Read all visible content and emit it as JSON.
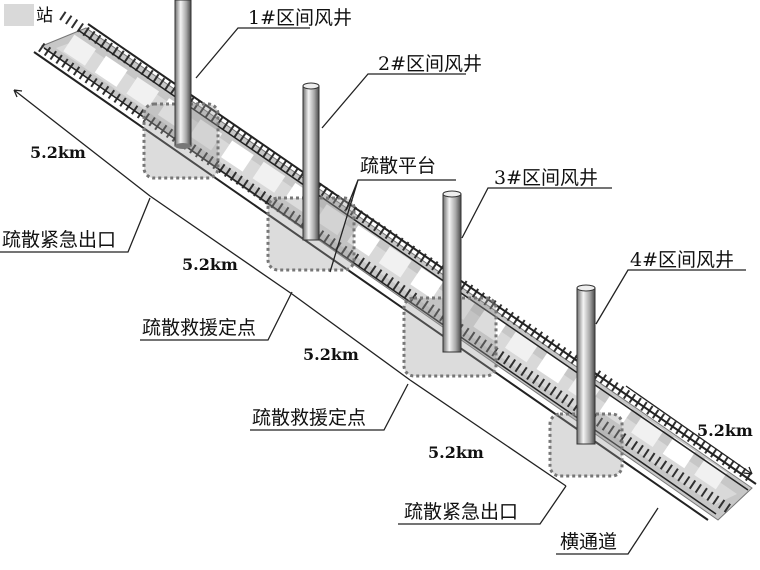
{
  "station_label": "站",
  "shafts": [
    {
      "label": "1#区间风井"
    },
    {
      "label": "2#区间风井"
    },
    {
      "label": "3#区间风井"
    },
    {
      "label": "4#区间风井"
    }
  ],
  "distance_labels": [
    "5.2km",
    "5.2km",
    "5.2km",
    "5.2km",
    "5.2km"
  ],
  "callouts": {
    "evac_platform": "疏散平台",
    "emergency_exit_top": "疏散紧急出口",
    "rescue_point_1": "疏散救援定点",
    "rescue_point_2": "疏散救援定点",
    "emergency_exit_bottom": "疏散紧急出口",
    "cross_passage": "横通道"
  },
  "colors": {
    "line": "#222222",
    "rail": "#3a3a3a",
    "deck": "#bdbdbd",
    "platform": "#8f8f8f",
    "zone_dash": "#7a7a7a"
  }
}
